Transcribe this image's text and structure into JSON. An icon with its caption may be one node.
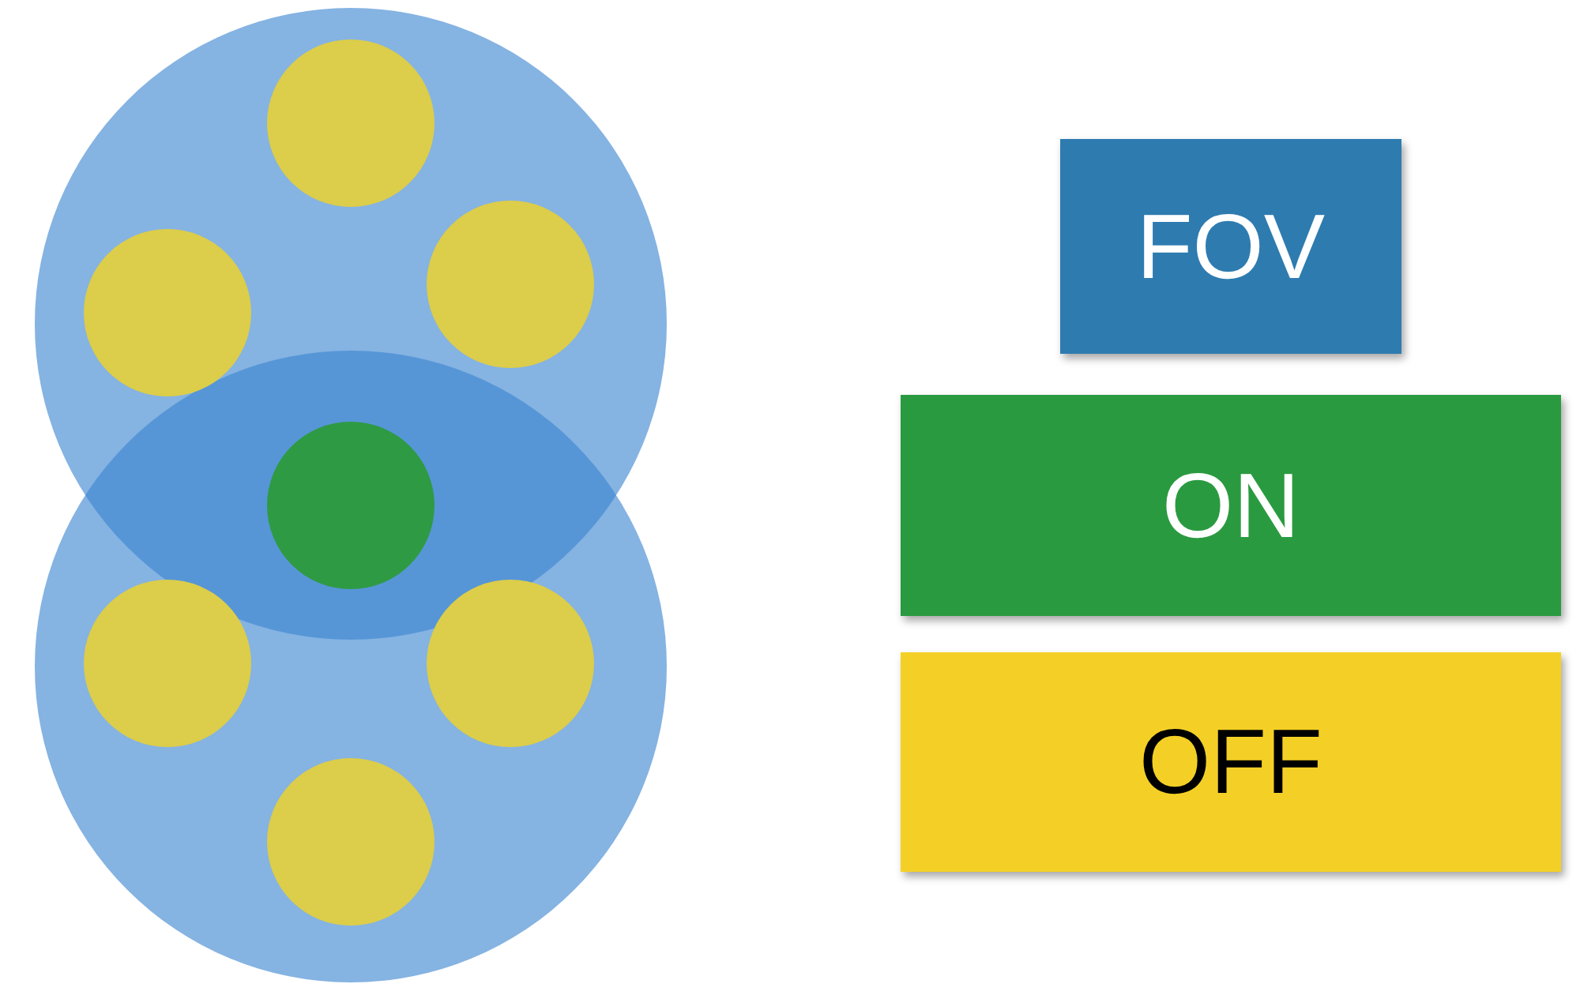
{
  "diagram": {
    "legend": [
      {
        "text": "FOV",
        "color": "#2e7bb0"
      },
      {
        "text": "ON",
        "color": "#2a9a40"
      },
      {
        "text": "OFF",
        "color": "#f4d026"
      }
    ]
  }
}
